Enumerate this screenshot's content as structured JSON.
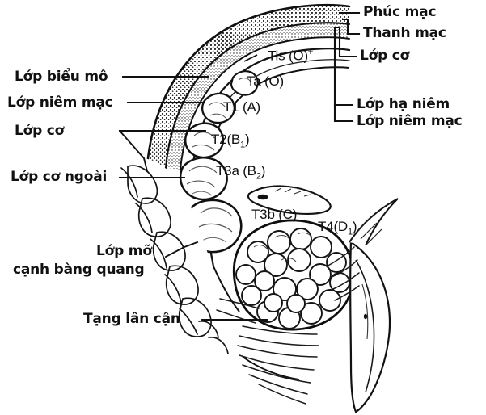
{
  "diagram": {
    "title": "So do phan giai doan ung thu bang quang",
    "ink_color": "#111111",
    "background_color": "#ffffff"
  },
  "labels_left": [
    {
      "id": "lop-bieu-mo",
      "text": "Lớp biểu mô"
    },
    {
      "id": "lop-niem-mac",
      "text": "Lớp niêm mạc"
    },
    {
      "id": "lop-co",
      "text": "Lớp cơ"
    },
    {
      "id": "lop-co-ngoai",
      "text": "Lớp cơ ngoài"
    },
    {
      "id": "lop-mo-canh-bang-quang-l1",
      "text": "Lớp mỡ"
    },
    {
      "id": "lop-mo-canh-bang-quang-l2",
      "text": "cạnh bàng quang"
    },
    {
      "id": "tang-lan-can",
      "text": "Tạng lân cận"
    }
  ],
  "labels_right": [
    {
      "id": "phuc-mac",
      "text": "Phúc mạc"
    },
    {
      "id": "thanh-mac",
      "text": "Thanh mạc"
    },
    {
      "id": "lop-co-right",
      "text": "Lớp cơ"
    },
    {
      "id": "lop-ha-niem",
      "text": "Lớp hạ niêm"
    },
    {
      "id": "lop-niem-mac-right",
      "text": "Lớp niêm mạc"
    }
  ],
  "stages": [
    {
      "id": "tis",
      "main": "Tis (O)",
      "sup": "+",
      "sub": ""
    },
    {
      "id": "ta",
      "main": "Ta (O)",
      "sup": "",
      "sub": ""
    },
    {
      "id": "t1",
      "main": "T1 (A)",
      "sup": "",
      "sub": ""
    },
    {
      "id": "t2",
      "main": "T2(B",
      "sup": "",
      "sub": "1",
      "tail": ")"
    },
    {
      "id": "t3a",
      "main": "T3a (B",
      "sup": "",
      "sub": "2",
      "tail": ")"
    },
    {
      "id": "t3b",
      "main": "T3b (C)",
      "sup": "",
      "sub": ""
    },
    {
      "id": "t4",
      "main": "T4(D",
      "sup": "",
      "sub": "1",
      "tail": ")"
    }
  ]
}
